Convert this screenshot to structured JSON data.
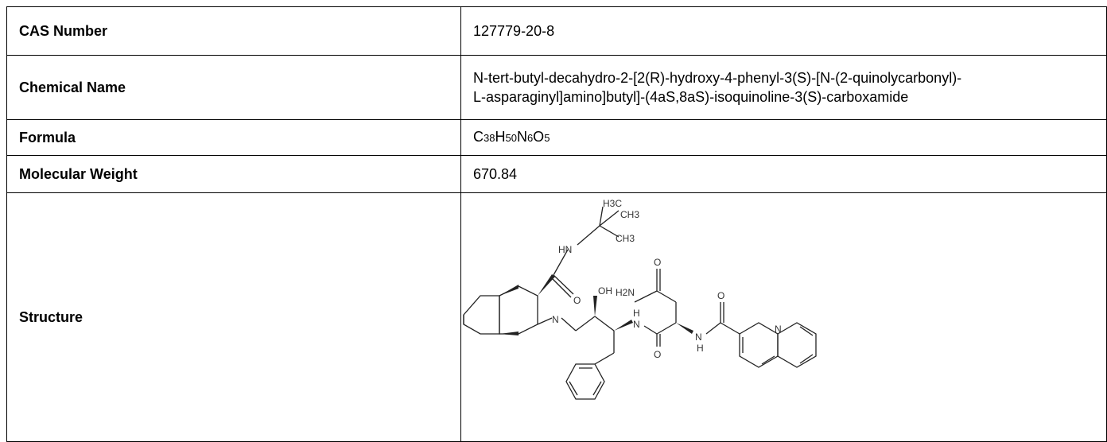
{
  "rows": [
    {
      "label": "CAS Number",
      "value": "127779-20-8"
    },
    {
      "label": "Chemical Name",
      "value_lines": [
        "N-tert-butyl-decahydro-2-[2(R)-hydroxy-4-phenyl-3(S)-[N-(2-quinolycarbonyl)-",
        "L-asparaginyl]amino]butyl]-(4aS,8aS)-isoquinoline-3(S)-carboxamide"
      ]
    },
    {
      "label": "Formula",
      "formula": [
        {
          "el": "C",
          "n": "38"
        },
        {
          "el": "H",
          "n": "50"
        },
        {
          "el": "N",
          "n": "6"
        },
        {
          "el": "O",
          "n": "5"
        }
      ]
    },
    {
      "label": "Molecular Weight",
      "value": "670.84"
    },
    {
      "label": "Structure"
    }
  ],
  "structure_labels": {
    "h3c": "H3C",
    "ch3_top": "CH3",
    "ch3_mid": "CH3",
    "hn": "HN",
    "o1": "O",
    "oh": "OH",
    "h2n": "H2N",
    "o2": "O",
    "h_top": "H",
    "n1": "N",
    "o3": "O",
    "n2": "N",
    "h_bot": "H",
    "o4": "O",
    "n_quin": "N"
  }
}
